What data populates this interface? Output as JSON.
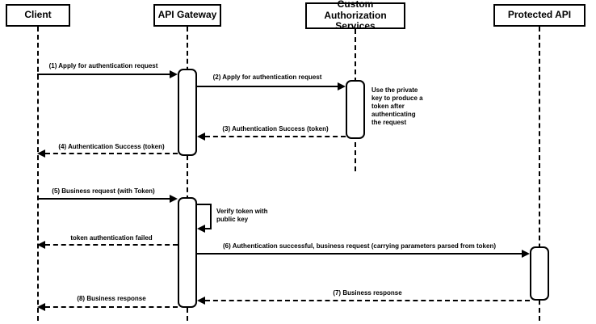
{
  "participants": [
    {
      "name": "Client"
    },
    {
      "name": "API Gateway"
    },
    {
      "name": "Custom Authorization Services"
    },
    {
      "name": "Protected API"
    }
  ],
  "messages": [
    {
      "label": "(1) Apply for authentication request",
      "from": "Client",
      "to": "API Gateway",
      "style": "solid"
    },
    {
      "label": "(2) Apply for authentication request",
      "from": "API Gateway",
      "to": "Custom Authorization Services",
      "style": "solid"
    },
    {
      "label": "(3) Authentication Success (token)",
      "from": "Custom Authorization Services",
      "to": "API Gateway",
      "style": "dashed"
    },
    {
      "label": "(4) Authentication Success (token)",
      "from": "API Gateway",
      "to": "Client",
      "style": "dashed"
    },
    {
      "label": "(5) Business request (with Token)",
      "from": "Client",
      "to": "API Gateway",
      "style": "solid"
    },
    {
      "label": "token authentication failed",
      "from": "API Gateway",
      "to": "Client",
      "style": "dashed"
    },
    {
      "label": "(6) Authentication successful, business request (carrying parameters parsed from token)",
      "from": "API Gateway",
      "to": "Protected API",
      "style": "solid"
    },
    {
      "label": "(7) Business response",
      "from": "Protected API",
      "to": "API Gateway",
      "style": "dashed"
    },
    {
      "label": "(8) Business response",
      "from": "API Gateway",
      "to": "Client",
      "style": "dashed"
    }
  ],
  "notes": [
    {
      "text": "Use the private key to produce a token after authenticating the request"
    },
    {
      "text": "Verify token with public key"
    }
  ],
  "colors": {
    "line": "#000000",
    "background": "#ffffff",
    "box_fill": "#ffffff"
  }
}
